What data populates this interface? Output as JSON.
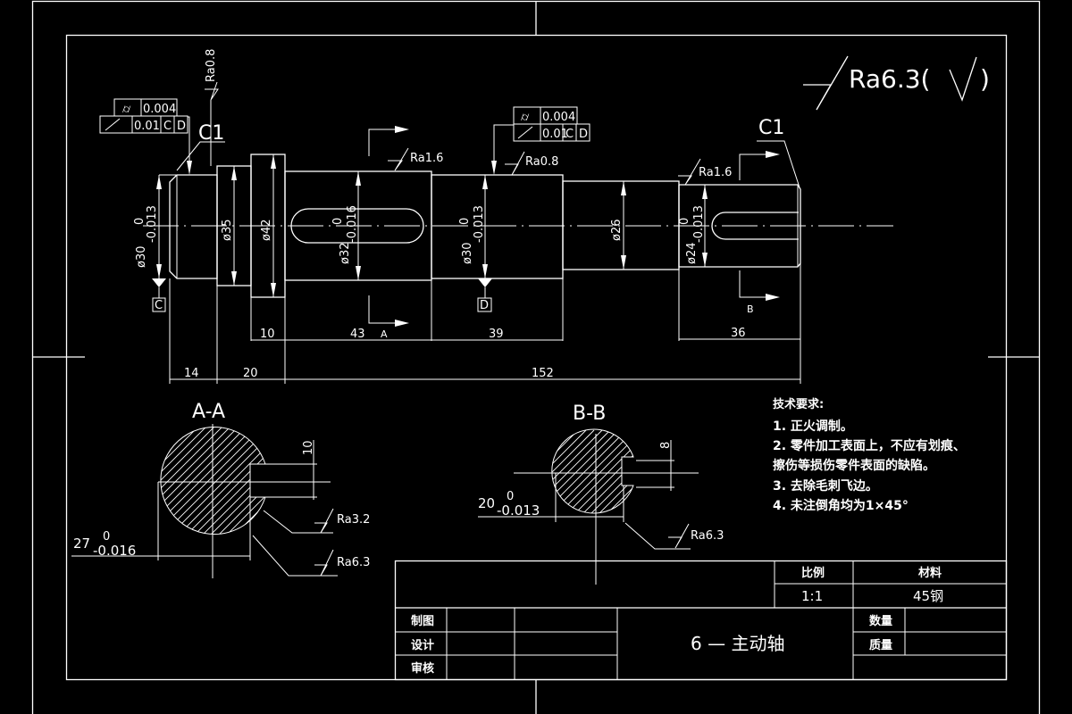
{
  "drawing": {
    "general_roughness": {
      "symbol": "surface-roughness-icon",
      "label": "Ra6.3(",
      "suffix": ")"
    },
    "tolerance_frames": [
      {
        "row1": {
          "symbol": "cylindricity-icon",
          "value": "0.004"
        },
        "row2": {
          "symbol": "circular-runout-icon",
          "value": "0.01",
          "datum1": "C",
          "datum2": "D"
        }
      },
      {
        "row1": {
          "symbol": "cylindricity-icon",
          "value": "0.004"
        },
        "row2": {
          "symbol": "circular-runout-icon",
          "value": "0.01",
          "datum1": "C",
          "datum2": "D"
        }
      }
    ],
    "roughness_labels": {
      "top_left": "Ra0.8",
      "key_section": "Ra1.6",
      "bearing_right": "Ra0.8",
      "end_section": "Ra1.6"
    },
    "chamfers": {
      "left": "C1",
      "right": "C1"
    },
    "datums": {
      "c": "C",
      "d": "D"
    },
    "diameters": {
      "d30_left": {
        "nominal": "ø30",
        "upper": "0",
        "lower": "-0.013"
      },
      "d35": "ø35",
      "d42": "ø42",
      "d32": {
        "nominal": "ø32",
        "upper": "0",
        "lower": "-0.016"
      },
      "d30_right": {
        "nominal": "ø30",
        "upper": "0",
        "lower": "-0.013"
      },
      "d26": "ø26",
      "d24": {
        "nominal": "ø24",
        "upper": "0",
        "lower": "-0.013"
      }
    },
    "lengths": {
      "l10": "10",
      "l43": "43",
      "l39": "39",
      "l36": "36",
      "l14": "14",
      "l20": "20",
      "l152": "152"
    },
    "section_marks": {
      "a": "A",
      "b": "B"
    },
    "section_aa": {
      "title": "A-A",
      "key_width": "10",
      "depth": {
        "nominal": "27",
        "upper": "0",
        "lower": "-0.016"
      },
      "roughness1": "Ra3.2",
      "roughness2": "Ra6.3"
    },
    "section_bb": {
      "title": "B-B",
      "key_width": "8",
      "depth": {
        "nominal": "20",
        "upper": "0",
        "lower": "-0.013"
      },
      "roughness": "Ra6.3"
    },
    "technical_requirements": {
      "heading": "技术要求:",
      "items": [
        "1. 正火调制。",
        "2. 零件加工表面上，不应有划痕、",
        "擦伤等损伤零件表面的缺陷。",
        "3. 去除毛刺飞边。",
        "4. 未注倒角均为1×45°"
      ]
    }
  },
  "title_block": {
    "scale_label": "比例",
    "scale_value": "1:1",
    "material_label": "材料",
    "material_value": "45钢",
    "drawn_label": "制图",
    "design_label": "设计",
    "review_label": "审核",
    "part_name": "6 — 主动轴",
    "quantity_label": "数量",
    "mass_label": "质量"
  }
}
